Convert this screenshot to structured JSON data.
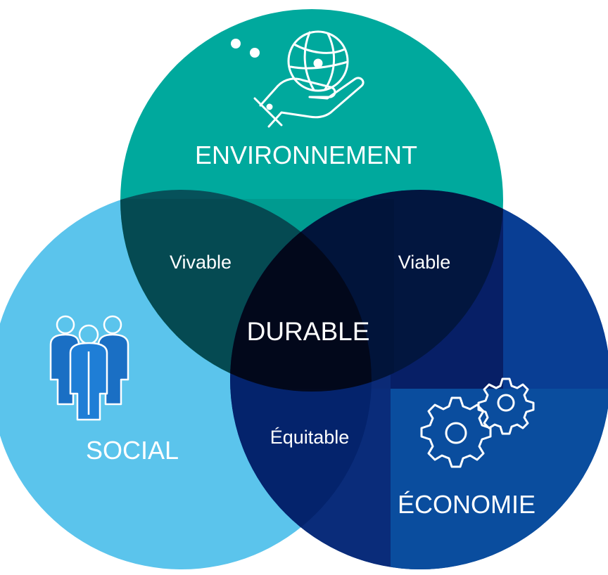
{
  "diagram": {
    "type": "venn",
    "circles": {
      "environment": {
        "label": "ENVIRONNEMENT",
        "color": "#00A99D"
      },
      "social": {
        "label": "SOCIAL",
        "color": "#5BC4EC"
      },
      "economy": {
        "label": "ÉCONOMIE",
        "color": "#0A3C96"
      }
    },
    "intersections": {
      "environment_social": "Vivable",
      "environment_economy": "Viable",
      "social_economy": "Équitable",
      "center": "DURABLE"
    },
    "icons": [
      "globe-hand-icon",
      "people-icon",
      "gears-icon"
    ]
  }
}
